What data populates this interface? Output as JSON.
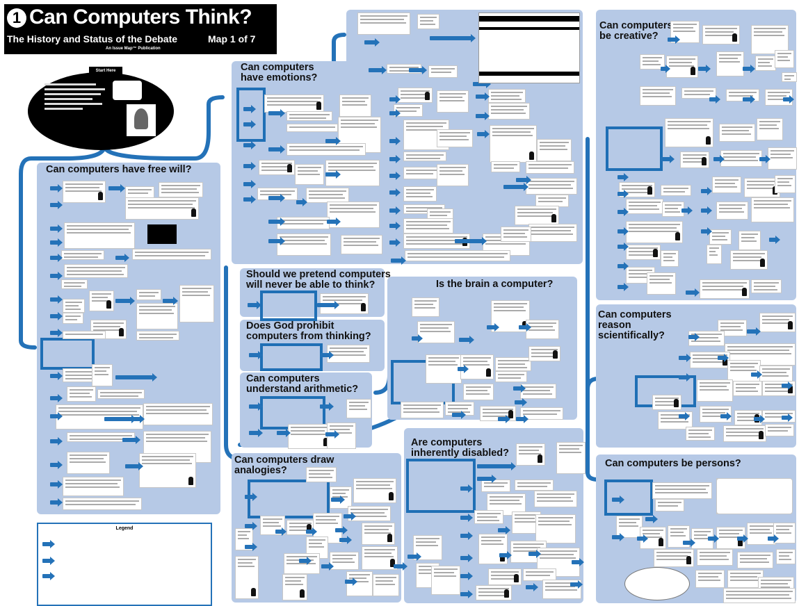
{
  "header": {
    "number": "1",
    "title": "Can Computers Think?",
    "subtitle": "The History and Status of the Debate",
    "map_label": "Map 1 of 7",
    "publisher": "An Issue Map™ Publication"
  },
  "start": {
    "tab_label": "Start Here"
  },
  "regions": {
    "free_will": "Can computers have free will?",
    "emotions": "Can computers\nhave emotions?",
    "pretend": "Should we pretend computers\nwill never be able to think?",
    "god": "Does God prohibit\ncomputers from thinking?",
    "arithmetic": "Can computers\nunderstand arithmetic?",
    "brain": "Is the brain a computer?",
    "analogies": "Can computers draw\nanalogies?",
    "disabled": "Are computers\ninherently disabled?",
    "creative": "Can computers\nbe creative?",
    "reason": "Can computers\nreason\nscientifically?",
    "persons": "Can computers be persons?"
  },
  "legend": {
    "title": "Legend"
  },
  "colors": {
    "region_fill": "#b6c9e6",
    "flow_blue": "#2472b8",
    "frame_blue": "#1f6fb5",
    "header_black": "#000000"
  }
}
